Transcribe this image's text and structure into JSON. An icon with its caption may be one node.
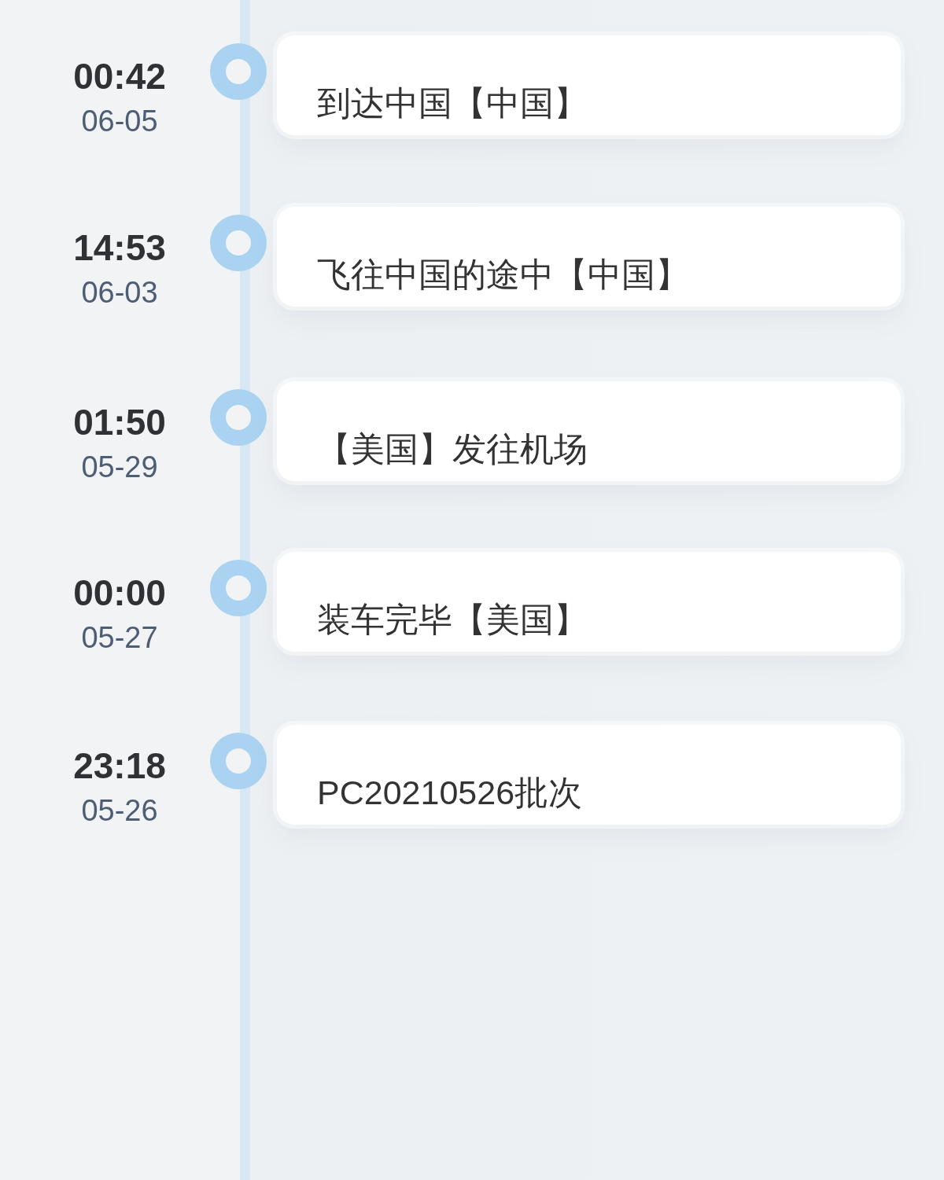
{
  "diagram": {
    "nodes": [
      {
        "text": [
          "到达中国【中国】"
        ],
        "beside": [
          "00:42",
          "06-05"
        ]
      },
      {
        "text": [
          "飞往中国的途中【中国】"
        ],
        "beside": [
          "14:53",
          "06-03"
        ]
      },
      {
        "text": [
          "【美国】发往机场"
        ],
        "beside": [
          "01:50",
          "05-29"
        ]
      },
      {
        "text": [
          "装车完毕【美国】"
        ],
        "beside": [
          "00:00",
          "05-27"
        ]
      },
      {
        "text": [
          "PC20210526批次"
        ],
        "beside": [
          "23:18",
          "05-26"
        ]
      }
    ]
  }
}
